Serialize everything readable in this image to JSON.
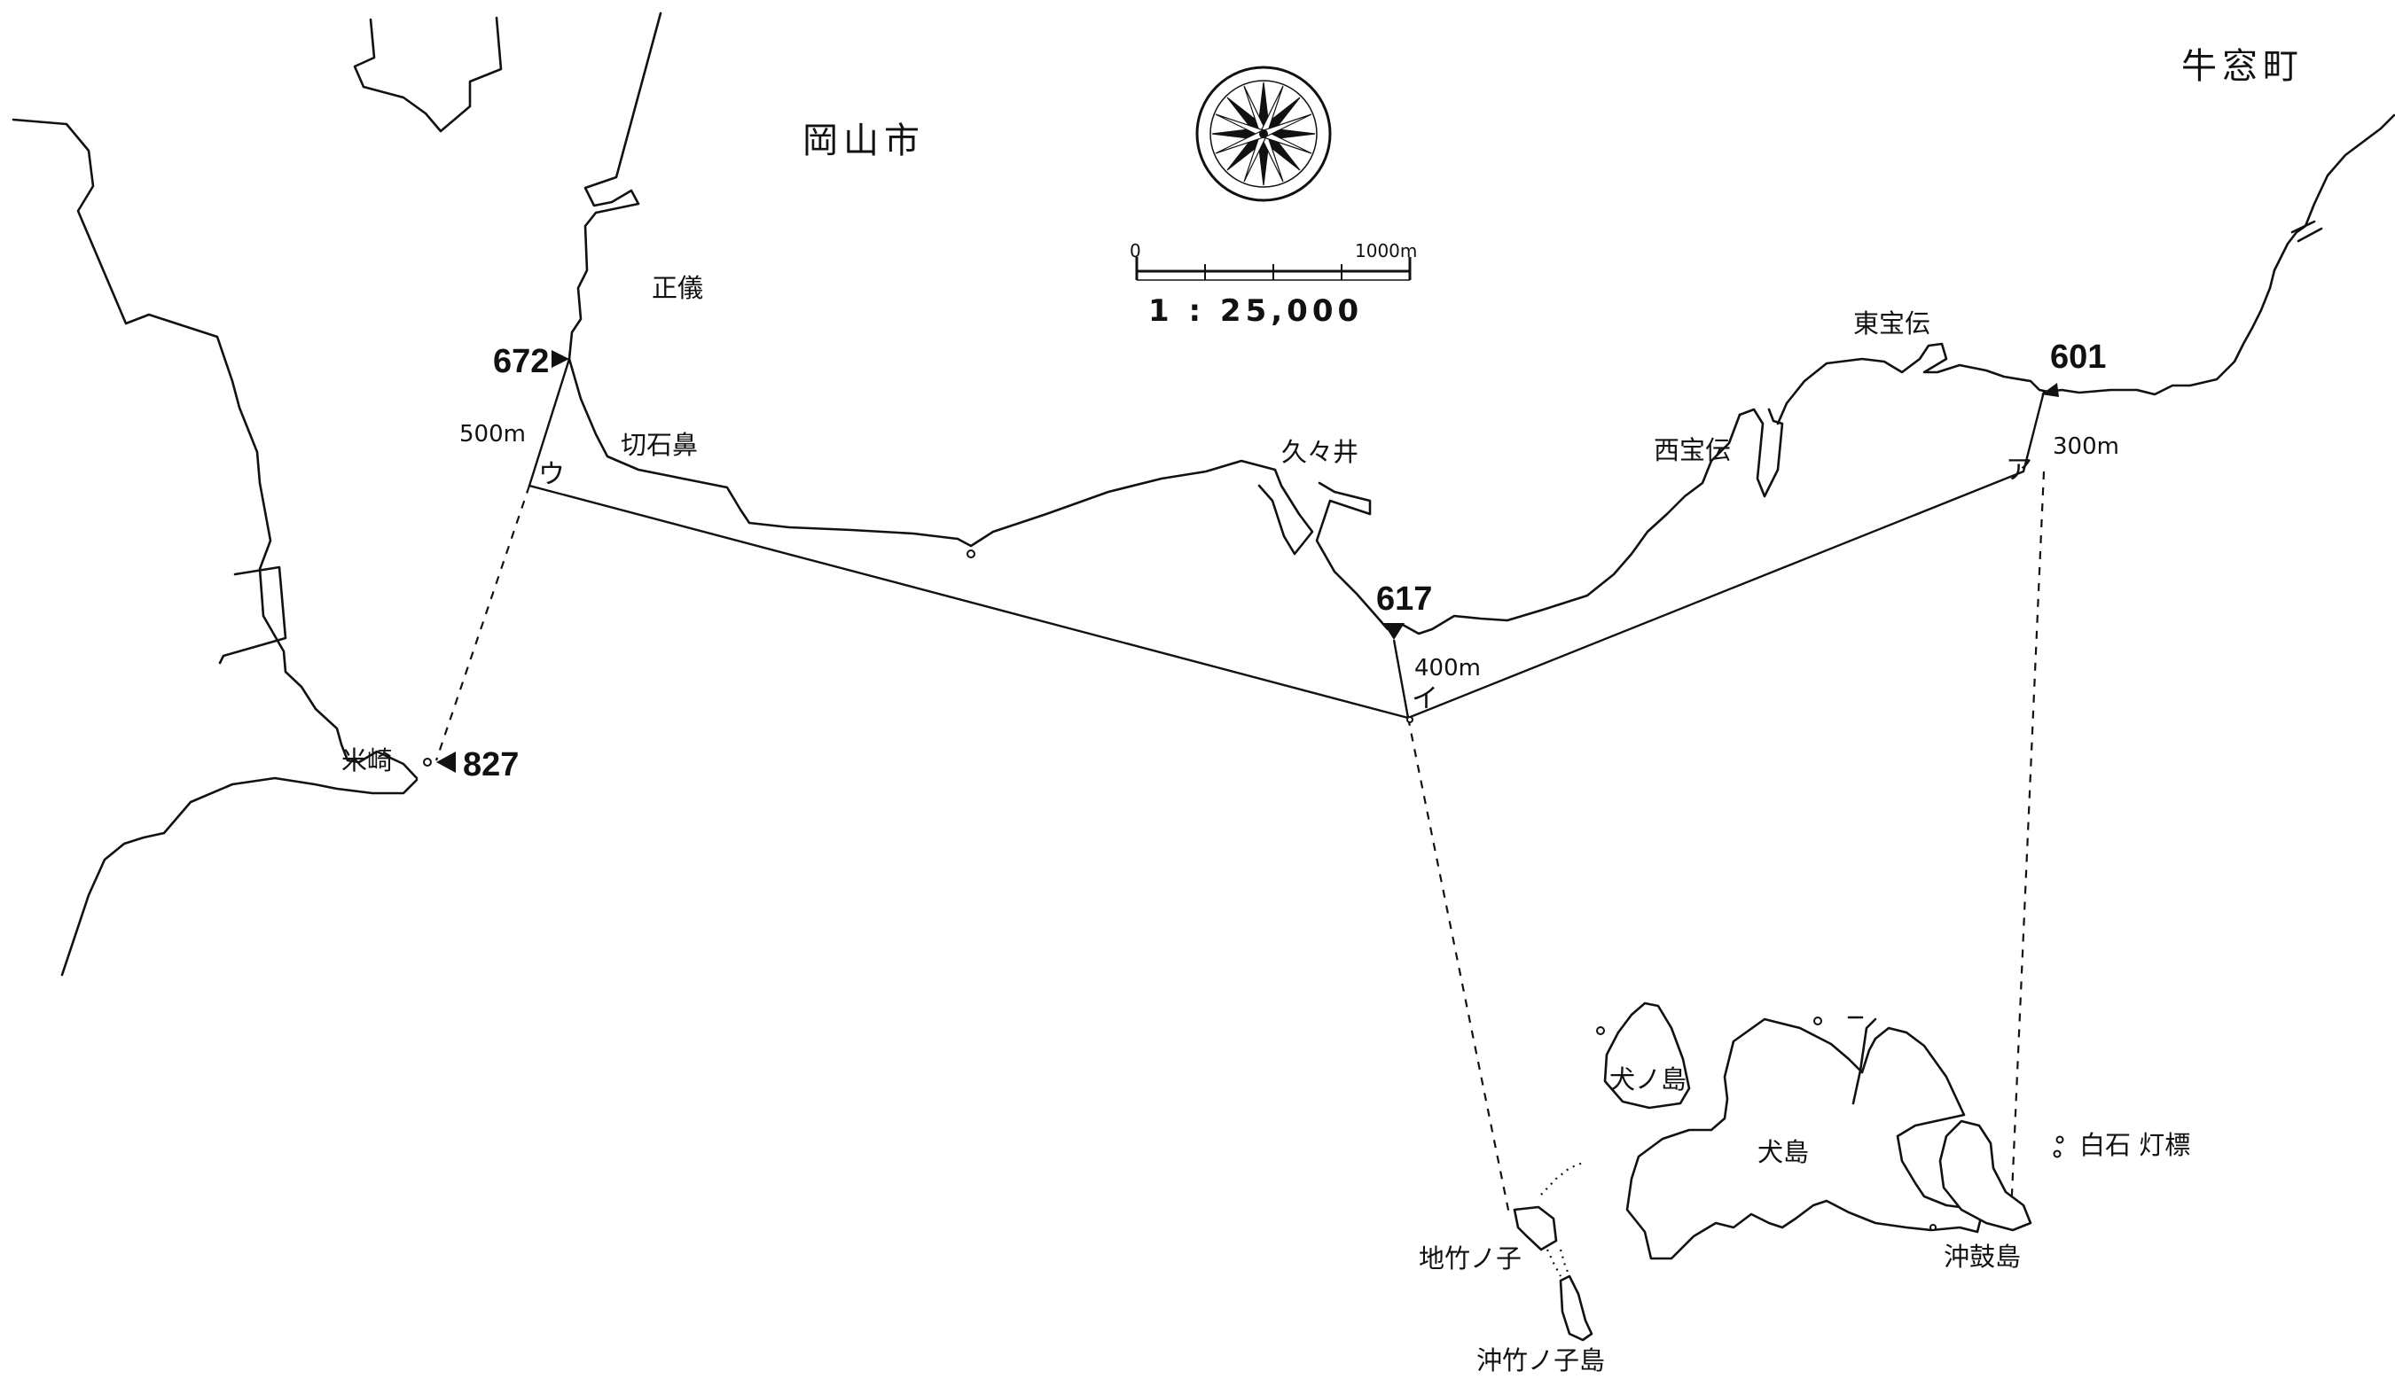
{
  "map": {
    "scale": {
      "ratio": "1 : 25,000",
      "start_label": "0",
      "end_label": "1000m"
    },
    "regions": {
      "okayama_city": "岡山市",
      "ushimado_town": "牛窓町"
    },
    "places": {
      "shogi": "正儀",
      "kiriishibana": "切石鼻",
      "kukui": "久々井",
      "higashi_hoden": "東宝伝",
      "nishi_hoden": "西宝伝",
      "yonezaki": "米崎",
      "inunoshima": "犬ノ島",
      "inujima": "犬島",
      "shiraishi_beacon": "白石 灯標",
      "okitsuzumijima": "沖鼓島",
      "jitakenoko": "地竹ノ子",
      "okitakenokojima": "沖竹ノ子島"
    },
    "stations": {
      "s672": "672",
      "s601": "601",
      "s617": "617",
      "s827": "827"
    },
    "distances": {
      "d500": "500m",
      "d300": "300m",
      "d400": "400m"
    },
    "corners": {
      "a": "ア",
      "i": "イ",
      "u": "ウ"
    },
    "icons": {
      "compass": "compass-rose-icon",
      "station_marker": "triangle-marker-icon"
    }
  }
}
